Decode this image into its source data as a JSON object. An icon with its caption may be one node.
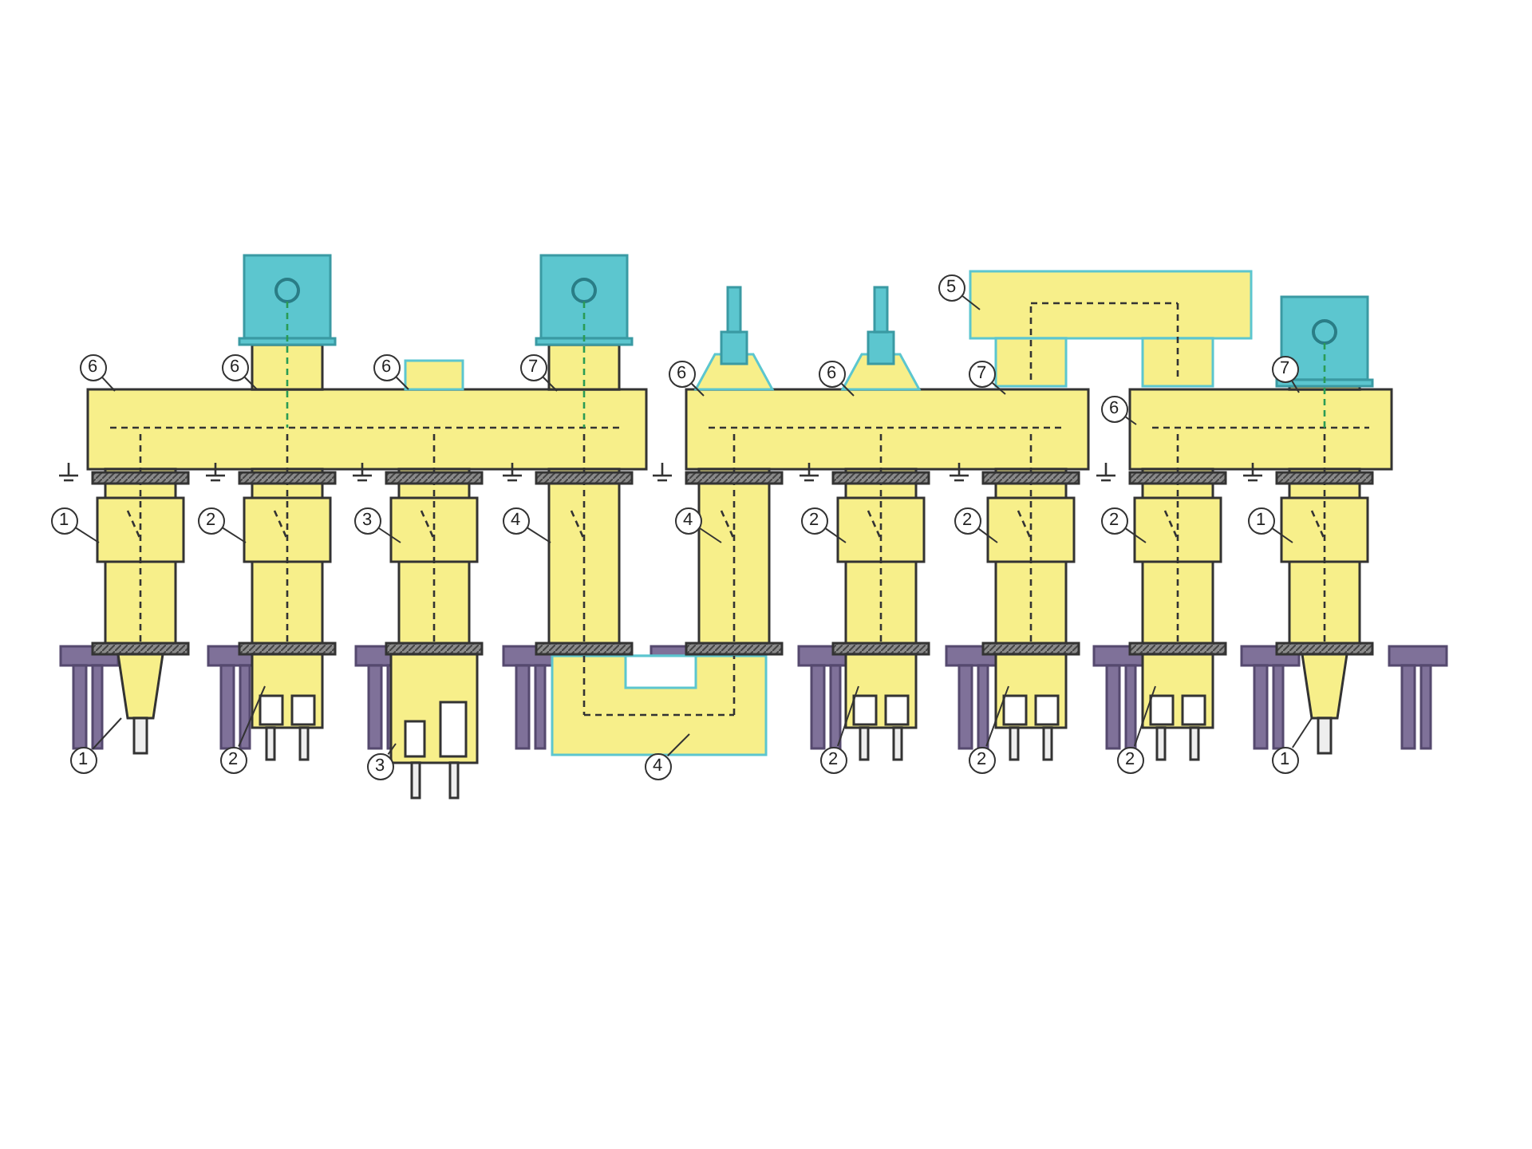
{
  "diagram": {
    "nodes": [
      {
        "text": [
          "5"
        ]
      },
      {
        "text": [
          "6"
        ]
      },
      {
        "text": [
          "6"
        ]
      },
      {
        "text": [
          "6"
        ]
      },
      {
        "text": [
          "7"
        ]
      },
      {
        "text": [
          "6"
        ]
      },
      {
        "text": [
          "6"
        ]
      },
      {
        "text": [
          "7"
        ]
      },
      {
        "text": [
          "6"
        ]
      },
      {
        "text": [
          "7"
        ]
      },
      {
        "text": [
          "1"
        ]
      },
      {
        "text": [
          "2"
        ]
      },
      {
        "text": [
          "3"
        ]
      },
      {
        "text": [
          "4"
        ]
      },
      {
        "text": [
          "4"
        ]
      },
      {
        "text": [
          "2"
        ]
      },
      {
        "text": [
          "2"
        ]
      },
      {
        "text": [
          "2"
        ]
      },
      {
        "text": [
          "1"
        ]
      },
      {
        "text": [
          "1"
        ]
      },
      {
        "text": [
          "2"
        ]
      },
      {
        "text": [
          "3"
        ]
      },
      {
        "text": [
          "4"
        ]
      },
      {
        "text": [
          "2"
        ]
      },
      {
        "text": [
          "2"
        ]
      },
      {
        "text": [
          "2"
        ]
      },
      {
        "text": [
          "1"
        ]
      }
    ],
    "edges": [
      {
        "from": 0,
        "to": null,
        "arrow": "none"
      },
      {
        "from": 1,
        "to": null,
        "arrow": "none"
      },
      {
        "from": 2,
        "to": null,
        "arrow": "none"
      },
      {
        "from": 3,
        "to": null,
        "arrow": "none"
      },
      {
        "from": 4,
        "to": null,
        "arrow": "none"
      },
      {
        "from": 5,
        "to": null,
        "arrow": "none"
      },
      {
        "from": 6,
        "to": null,
        "arrow": "none"
      },
      {
        "from": 7,
        "to": null,
        "arrow": "none"
      },
      {
        "from": 8,
        "to": null,
        "arrow": "none"
      },
      {
        "from": 9,
        "to": null,
        "arrow": "none"
      },
      {
        "from": 10,
        "to": null,
        "arrow": "none"
      },
      {
        "from": 11,
        "to": null,
        "arrow": "none"
      },
      {
        "from": 12,
        "to": null,
        "arrow": "none"
      },
      {
        "from": 13,
        "to": null,
        "arrow": "none"
      },
      {
        "from": 14,
        "to": null,
        "arrow": "none"
      },
      {
        "from": 15,
        "to": null,
        "arrow": "none"
      },
      {
        "from": 16,
        "to": null,
        "arrow": "none"
      },
      {
        "from": 17,
        "to": null,
        "arrow": "none"
      },
      {
        "from": 18,
        "to": null,
        "arrow": "none"
      },
      {
        "from": 19,
        "to": null,
        "arrow": "none"
      },
      {
        "from": 20,
        "to": null,
        "arrow": "none"
      },
      {
        "from": 21,
        "to": null,
        "arrow": "none"
      },
      {
        "from": 22,
        "to": null,
        "arrow": "none"
      },
      {
        "from": 23,
        "to": null,
        "arrow": "none"
      },
      {
        "from": 24,
        "to": null,
        "arrow": "none"
      },
      {
        "from": 25,
        "to": null,
        "arrow": "none"
      },
      {
        "from": 26,
        "to": null,
        "arrow": "none"
      }
    ]
  }
}
